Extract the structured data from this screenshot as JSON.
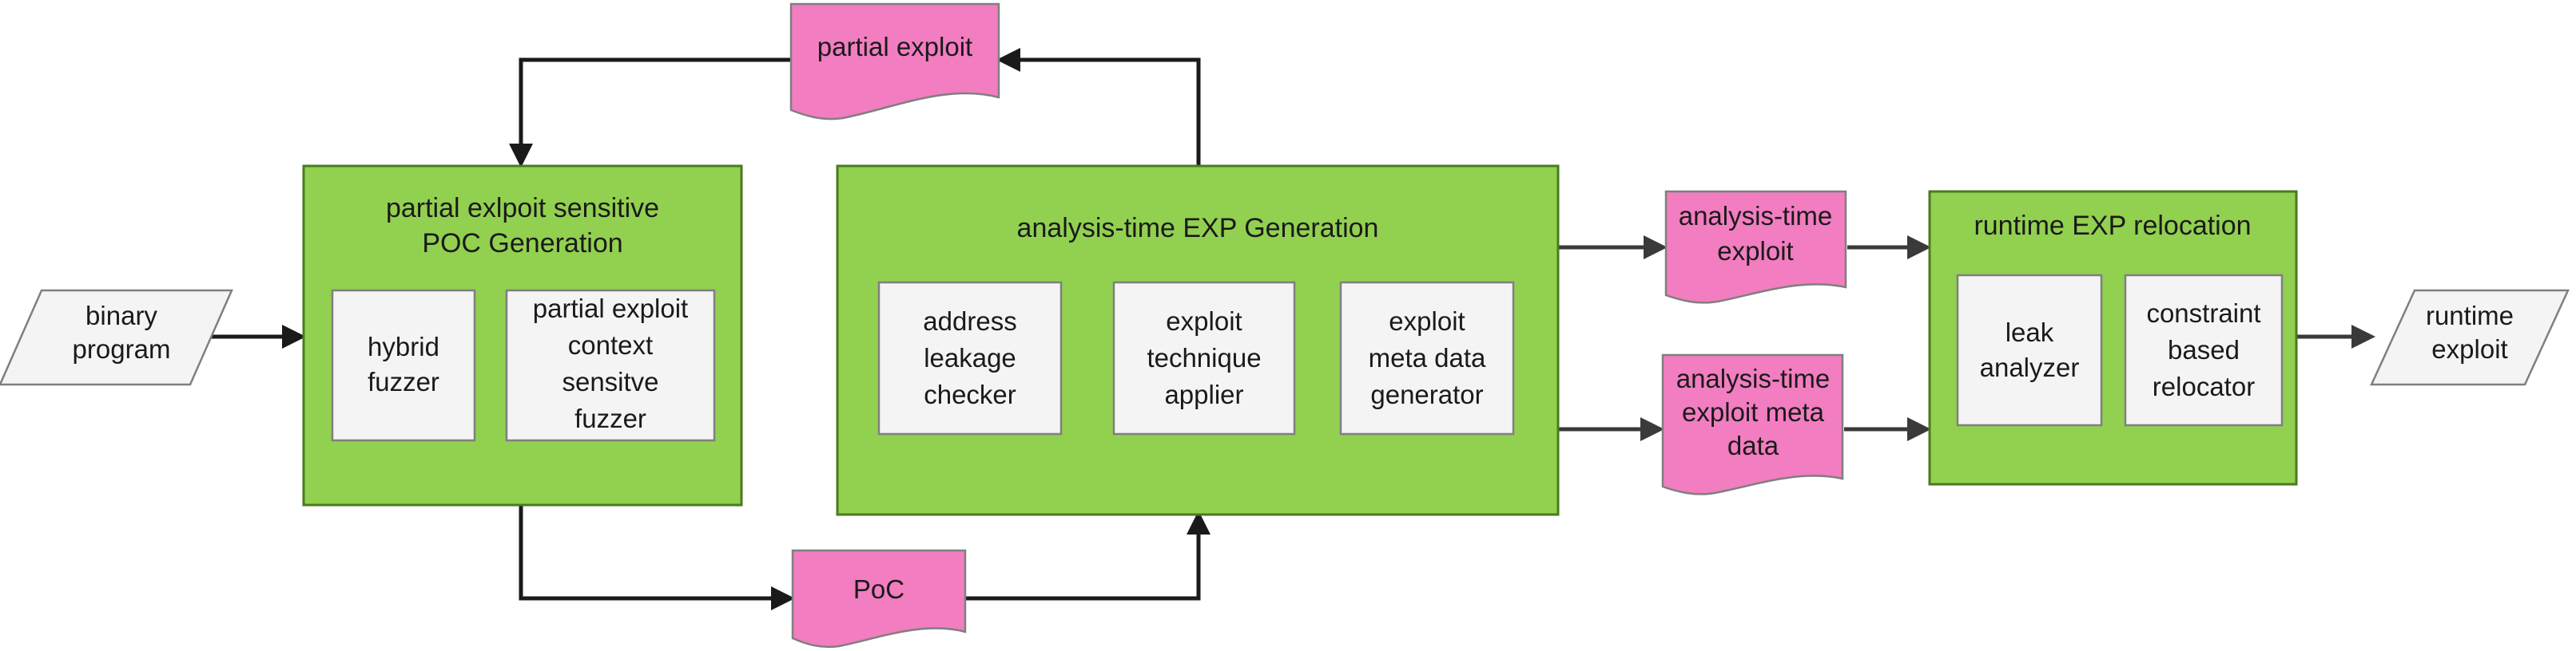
{
  "nodes": {
    "binary_program": [
      "binary",
      "program"
    ],
    "poc_gen": {
      "title": [
        "partial exlpoit sensitive",
        "POC Generation"
      ],
      "hybrid_fuzzer": [
        "hybrid",
        "fuzzer"
      ],
      "context_fuzzer": [
        "partial exploit",
        "context",
        "sensitve",
        "fuzzer"
      ]
    },
    "partial_exploit": "partial exploit",
    "poc": "PoC",
    "exp_gen": {
      "title": "analysis-time EXP Generation",
      "address_checker": [
        "address",
        "leakage",
        "checker"
      ],
      "technique_applier": [
        "exploit",
        "technique",
        "applier"
      ],
      "meta_generator": [
        "exploit",
        "meta data",
        "generator"
      ]
    },
    "analysis_exploit": [
      "analysis-time",
      "exploit"
    ],
    "analysis_meta": [
      "analysis-time",
      "exploit meta",
      "data"
    ],
    "relocation": {
      "title": "runtime EXP relocation",
      "leak_analyzer": [
        "leak",
        "analyzer"
      ],
      "relocator": [
        "constraint",
        "based",
        "relocator"
      ]
    },
    "runtime_exploit": [
      "runtime",
      "exploit"
    ]
  },
  "colors": {
    "stage_fill": "#92d050",
    "artifact_fill": "#f27dc0",
    "component_fill": "#f4f4f4"
  }
}
